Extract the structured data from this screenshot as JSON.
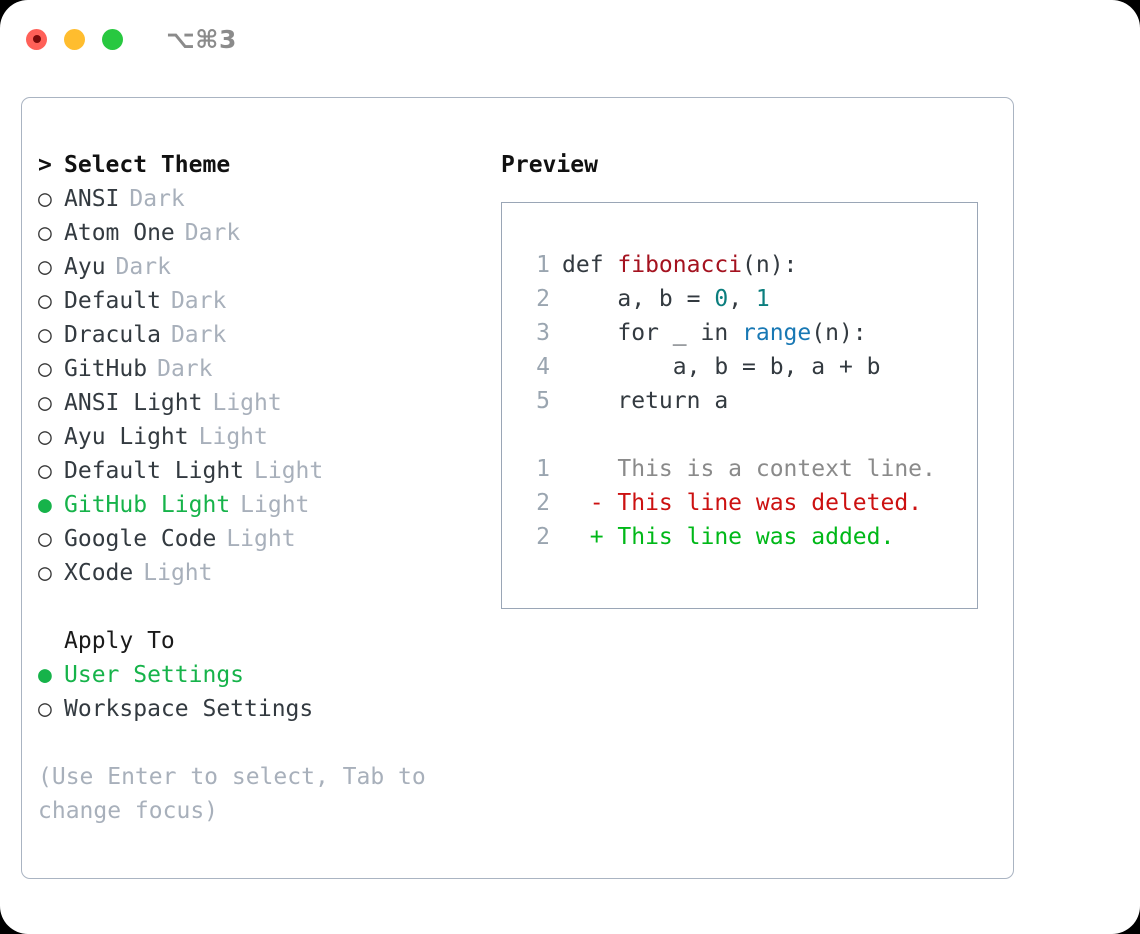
{
  "titlebar": {
    "shortcut": "⌥⌘3",
    "lights": [
      "close-light",
      "minimize-light",
      "maximize-light"
    ]
  },
  "theme_picker": {
    "header_prompt": ">",
    "header_label": "Select Theme",
    "radio_unselected": "○",
    "radio_selected": "●",
    "accent_color": "#16b34a",
    "items": [
      {
        "name": "ANSI",
        "category": "Dark",
        "selected": false
      },
      {
        "name": "Atom One",
        "category": "Dark",
        "selected": false
      },
      {
        "name": "Ayu",
        "category": "Dark",
        "selected": false
      },
      {
        "name": "Default",
        "category": "Dark",
        "selected": false
      },
      {
        "name": "Dracula",
        "category": "Dark",
        "selected": false
      },
      {
        "name": "GitHub",
        "category": "Dark",
        "selected": false
      },
      {
        "name": "ANSI Light",
        "category": "Light",
        "selected": false
      },
      {
        "name": "Ayu Light",
        "category": "Light",
        "selected": false
      },
      {
        "name": "Default Light",
        "category": "Light",
        "selected": false
      },
      {
        "name": "GitHub Light",
        "category": "Light",
        "selected": true
      },
      {
        "name": "Google Code",
        "category": "Light",
        "selected": false
      },
      {
        "name": "XCode",
        "category": "Light",
        "selected": false
      }
    ]
  },
  "apply_to": {
    "heading": "Apply To",
    "options": [
      {
        "label": "User Settings",
        "selected": true
      },
      {
        "label": "Workspace Settings",
        "selected": false
      }
    ]
  },
  "hint": "(Use Enter to select, Tab to change focus)",
  "preview": {
    "title": "Preview",
    "code_lines": [
      {
        "no": "1",
        "parts": [
          {
            "text": "def ",
            "tok": "plain"
          },
          {
            "text": "fibonacci",
            "tok": "fn"
          },
          {
            "text": "(n):",
            "tok": "plain"
          }
        ]
      },
      {
        "no": "2",
        "parts": [
          {
            "text": "    a, b = ",
            "tok": "plain"
          },
          {
            "text": "0",
            "tok": "num"
          },
          {
            "text": ", ",
            "tok": "plain"
          },
          {
            "text": "1",
            "tok": "num"
          }
        ]
      },
      {
        "no": "3",
        "parts": [
          {
            "text": "    for _ in ",
            "tok": "plain"
          },
          {
            "text": "range",
            "tok": "call"
          },
          {
            "text": "(n):",
            "tok": "plain"
          }
        ]
      },
      {
        "no": "4",
        "parts": [
          {
            "text": "        a, b = b, a + b",
            "tok": "plain"
          }
        ]
      },
      {
        "no": "5",
        "parts": [
          {
            "text": "    return a",
            "tok": "plain"
          }
        ]
      }
    ],
    "diff_lines": [
      {
        "no": "1",
        "marker": "  ",
        "text": "This is a context line.",
        "kind": "ctx"
      },
      {
        "no": "2",
        "marker": "- ",
        "text": "This line was deleted.",
        "kind": "del"
      },
      {
        "no": "2",
        "marker": "+ ",
        "text": "This line was added.",
        "kind": "add"
      }
    ]
  }
}
